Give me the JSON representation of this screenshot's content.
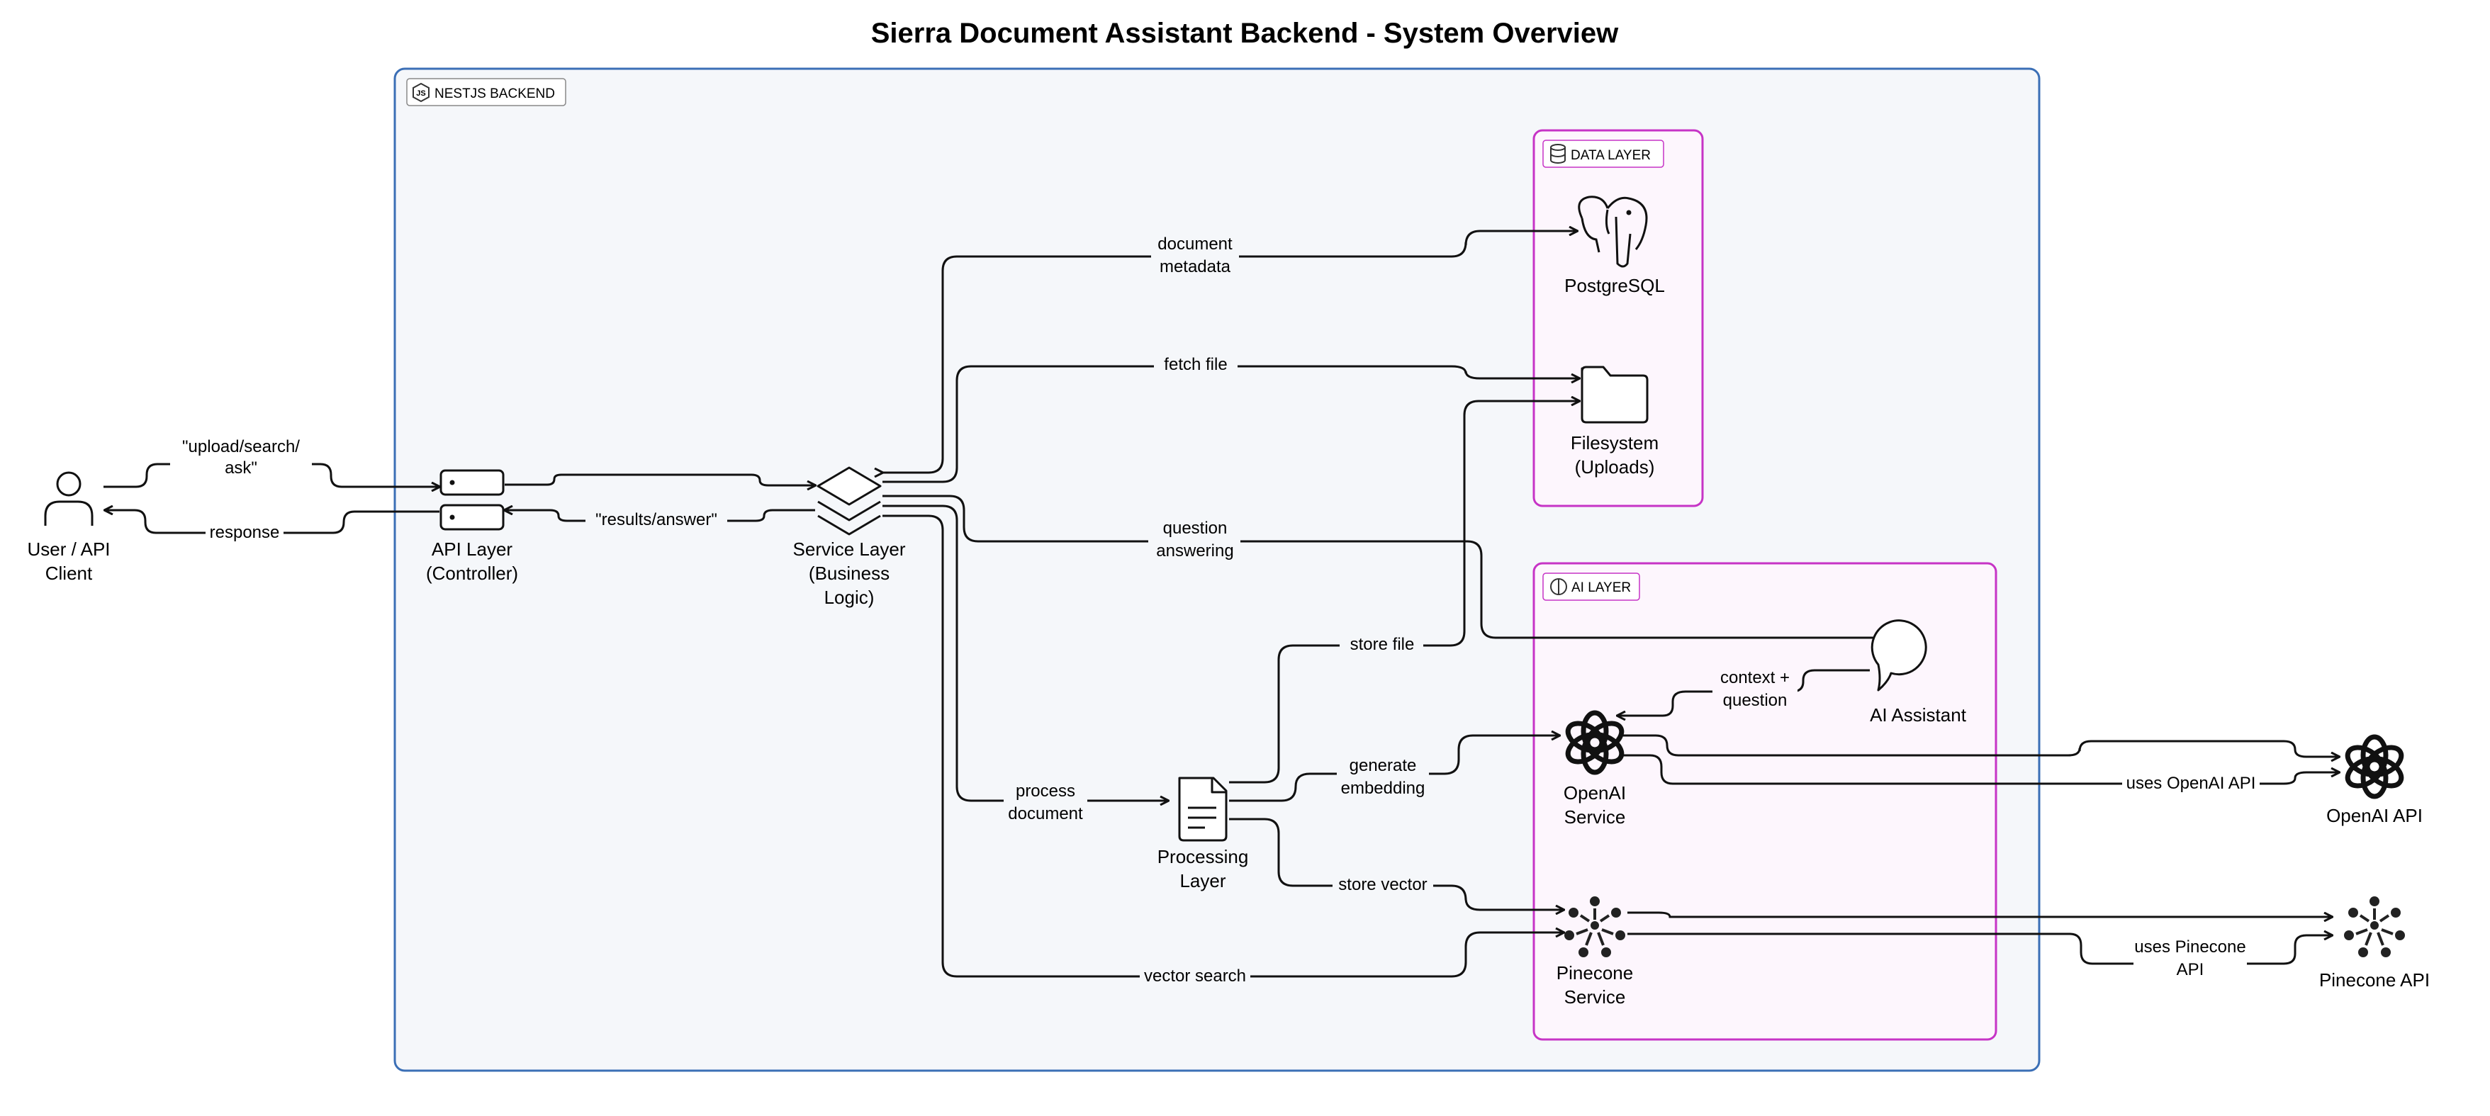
{
  "title": "Sierra Document Assistant Backend - System Overview",
  "colors": {
    "backend_border": "#3b6fb6",
    "backend_fill": "#f5f7fa",
    "layer_border": "#c634c6",
    "layer_fill": "#fdf6fd",
    "line": "#111111"
  },
  "groups": {
    "backend": {
      "label": "NESTJS BACKEND",
      "icon": "nodejs-icon"
    },
    "data": {
      "label": "DATA LAYER",
      "icon": "database-icon"
    },
    "ai": {
      "label": "AI LAYER",
      "icon": "brain-icon"
    }
  },
  "nodes": {
    "user": {
      "line1": "User / API",
      "line2": "Client",
      "icon": "user-icon"
    },
    "api": {
      "line1": "API Layer",
      "line2": "(Controller)",
      "icon": "server-icon"
    },
    "service": {
      "line1": "Service Layer",
      "line2": "(Business",
      "line3": "Logic)",
      "icon": "layers-icon"
    },
    "postgres": {
      "line1": "PostgreSQL",
      "icon": "postgresql-elephant-icon"
    },
    "filesystem": {
      "line1": "Filesystem",
      "line2": "(Uploads)",
      "icon": "folder-icon"
    },
    "processing": {
      "line1": "Processing",
      "line2": "Layer",
      "icon": "document-icon"
    },
    "assistant": {
      "line1": "AI Assistant",
      "icon": "chat-bubble-icon"
    },
    "openai_service": {
      "line1": "OpenAI",
      "line2": "Service",
      "icon": "openai-icon"
    },
    "pinecone_service": {
      "line1": "Pinecone",
      "line2": "Service",
      "icon": "pinecone-icon"
    },
    "openai_api": {
      "line1": "OpenAI API",
      "icon": "openai-icon"
    },
    "pinecone_api": {
      "line1": "Pinecone API",
      "icon": "pinecone-icon"
    }
  },
  "edges": {
    "request": {
      "line1": "\"upload/search/",
      "line2": "ask\""
    },
    "response": {
      "line1": "response"
    },
    "results": {
      "line1": "\"results/answer\""
    },
    "metadata": {
      "line1": "document",
      "line2": "metadata"
    },
    "fetch": {
      "line1": "fetch file"
    },
    "qa": {
      "line1": "question",
      "line2": "answering"
    },
    "store_file": {
      "line1": "store file"
    },
    "context": {
      "line1": "context +",
      "line2": "question"
    },
    "embedding": {
      "line1": "generate",
      "line2": "embedding"
    },
    "process": {
      "line1": "process",
      "line2": "document"
    },
    "store_vector": {
      "line1": "store vector"
    },
    "vector_search": {
      "line1": "vector search"
    },
    "uses_openai": {
      "line1": "uses OpenAI API"
    },
    "uses_pinecone": {
      "line1": "uses Pinecone",
      "line2": "API"
    }
  }
}
